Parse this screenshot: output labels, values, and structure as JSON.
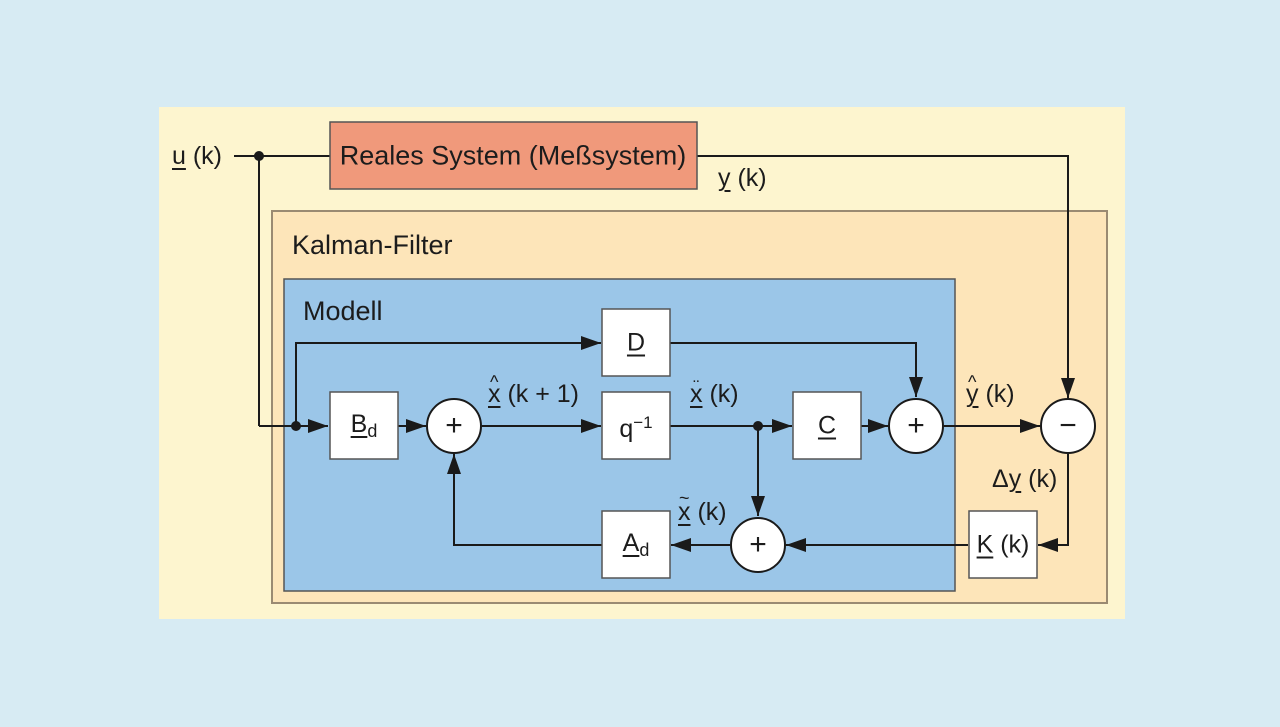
{
  "colors": {
    "page_bg": "#d7ebf3",
    "outer_bg": "#fdf5cf",
    "kalman_bg": "#fde5b9",
    "kalman_border": "#9a8a72",
    "model_bg": "#9bc6e8",
    "model_border": "#555555",
    "real_system_bg": "#f0997b",
    "block_bg": "#ffffff",
    "line": "#1a1a1a"
  },
  "regions": {
    "kalman_title": "Kalman-Filter",
    "model_title": "Modell"
  },
  "blocks": {
    "real_system": "Reales System (Meßsystem)",
    "B_main": "B",
    "B_sub": "d",
    "D": "D",
    "q_main": "q",
    "q_exp": "−1",
    "C": "C",
    "A_main": "A",
    "A_sub": "d",
    "K_main": "K",
    "K_arg": " (k)"
  },
  "operators": {
    "sum_input": "+",
    "sum_output": "+",
    "sum_feedback": "+",
    "difference": "−"
  },
  "signals": {
    "u_main": "u",
    "u_arg": " (k)",
    "y_main": "y",
    "y_arg": " (k)",
    "x_next_main": "x",
    "x_next_arg": " (k + 1)",
    "x_main": "x",
    "x_arg": " (k)",
    "x_tilde_main": "x",
    "x_tilde_arg": " (k)",
    "y_hat_main": "y",
    "y_hat_arg": " (k)",
    "dy_delta": "Δ",
    "dy_main": "y",
    "dy_arg": " (k)"
  },
  "icons": {
    "arrowhead": "filled-triangle-arrow",
    "junction": "filled-dot",
    "summing_point": "circle"
  }
}
